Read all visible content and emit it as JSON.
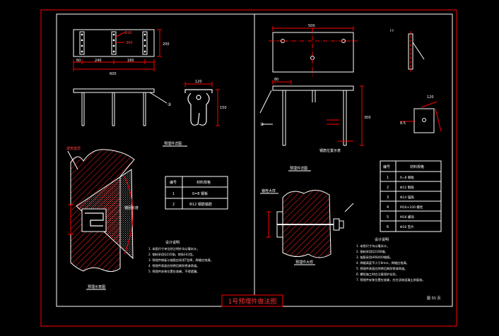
{
  "sheet": {
    "title": "1号预埋件做法图",
    "sheet_number": "图 01 页"
  },
  "left_view": {
    "dims": {
      "total": "600",
      "seg1": "240",
      "seg2": "180",
      "side_left": "60",
      "height": "200",
      "callout": "Φ16",
      "callout2": "300"
    },
    "leader": "②",
    "section_caption": "预埋件详图",
    "plaster_label": "建筑垫层",
    "anchor_label": "锚固长度",
    "bottom_caption": "预埋示意图",
    "side_dims": {
      "top": "120",
      "right": "150"
    }
  },
  "left_table": {
    "headers": [
      "编号",
      "材料规格"
    ],
    "rows": [
      [
        "1",
        "δ=8 钢板"
      ],
      [
        "2",
        "Φ12 钢筋锚筋"
      ]
    ]
  },
  "left_notes": {
    "heading": "设计说明",
    "lines": [
      "1. 本图尺寸单位除注明外均以毫米计。",
      "2. 钢材采用Q235钢，焊条E43型。",
      "3. 预埋件钢板与锚筋应采用T型焊，焊缝应饱满。",
      "4. 预埋件表面应除锈后刷防锈漆两道。",
      "5. 预埋件安装位置应准确，不得遗漏。"
    ]
  },
  "right_view": {
    "section_label": "Ⅰ-Ⅰ",
    "dims": {
      "top_w": "500",
      "h_main": "300",
      "left_dim": "80",
      "plate_dim": "120",
      "small": "8.5"
    },
    "leader": "②",
    "caption": "预埋件详图",
    "mid_caption": "钢筋位置示意",
    "detail_label": "锚栓大样",
    "bottom_caption": "预埋件大样"
  },
  "right_table": {
    "headers": [
      "编号",
      "材料规格"
    ],
    "rows": [
      [
        "1",
        "δ=8 钢板"
      ],
      [
        "2",
        "Φ12 钢筋"
      ],
      [
        "3",
        "Φ14 锚筋"
      ],
      [
        "4",
        "M16×100 螺栓"
      ],
      [
        "5",
        "M16 螺母"
      ],
      [
        "6",
        "Φ16 垫片"
      ]
    ]
  },
  "right_notes": {
    "heading": "设计说明",
    "lines": [
      "1. 本图尺寸均以毫米计。",
      "2. 钢材采用Q235B钢。",
      "3. 锚筋采用HRB400钢筋。",
      "4. 焊缝高度不小于6mm，焊缝应饱满。",
      "5. 预埋件表面应除锈后刷防锈漆两道。",
      "6. 螺栓施工时应注意保护丝扣。",
      "7. 预埋件安装位置应准确，应在浇筑混凝土前复核。"
    ]
  },
  "colors": {
    "background": "#000000",
    "frame": "#ff0000",
    "line": "#ffffff",
    "dim": "#ff0000",
    "hatch": "#ff2020",
    "stipple": "#ff4040"
  }
}
